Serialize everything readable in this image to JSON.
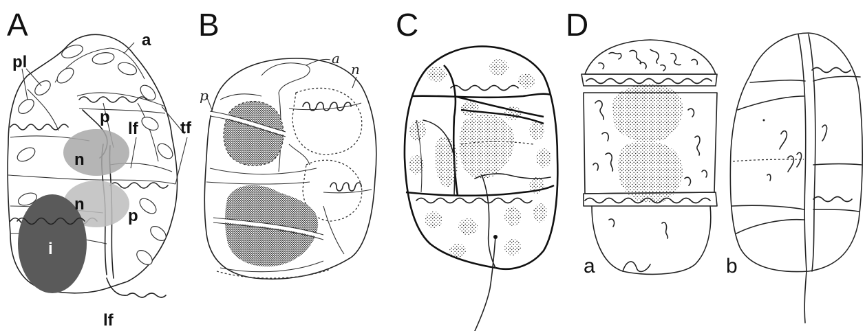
{
  "panels": {
    "A": {
      "letter": "A",
      "labels": {
        "a": "a",
        "pl": "pl",
        "p1": "p",
        "lf1": "lf",
        "tf": "tf",
        "n1": "n",
        "n2": "n",
        "p2": "p",
        "i": "i",
        "lf2": "lf"
      },
      "colors": {
        "nucleus_upper": "#a8a8a8",
        "nucleus_lower": "#bdbdbd",
        "inclusion": "#5a5a5a"
      }
    },
    "B": {
      "letter": "B",
      "labels": {
        "a": "a",
        "n": "n",
        "p": "p"
      }
    },
    "C": {
      "letter": "C"
    },
    "D": {
      "letter": "D",
      "sublabels": {
        "a": "a",
        "b": "b"
      }
    }
  }
}
